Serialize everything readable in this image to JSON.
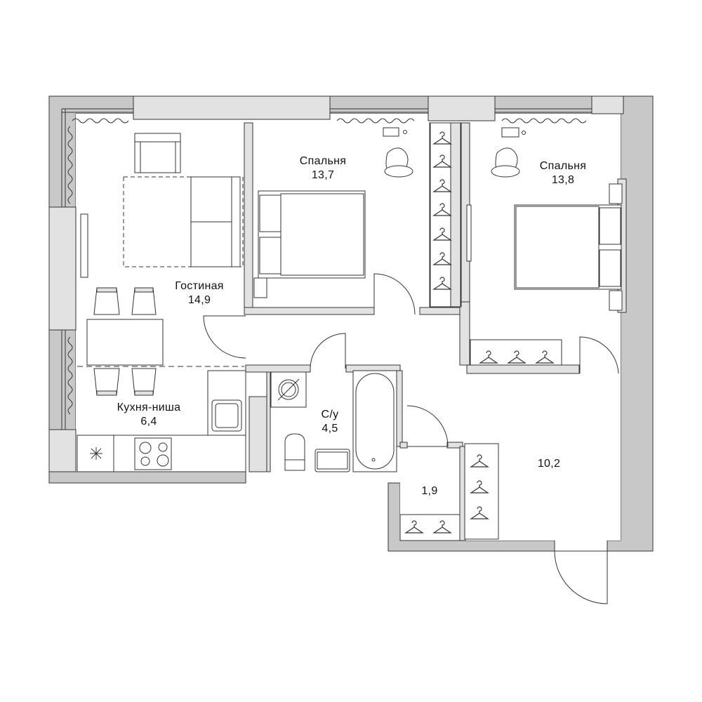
{
  "plan": {
    "colors": {
      "wall_outer": "#c8c8c8",
      "wall_inner": "#e2e2e2",
      "line": "#333333",
      "background": "#ffffff"
    },
    "rooms": [
      {
        "id": "living",
        "name": "Гостиная",
        "area": "14,9"
      },
      {
        "id": "bedroom1",
        "name": "Спальня",
        "area": "13,7"
      },
      {
        "id": "bedroom2",
        "name": "Спальня",
        "area": "13,8"
      },
      {
        "id": "kitchen",
        "name": "Кухня-ниша",
        "area": "6,4"
      },
      {
        "id": "bathroom",
        "name": "С/у",
        "area": "4,5"
      },
      {
        "id": "storage",
        "name": "",
        "area": "1,9"
      },
      {
        "id": "hallway",
        "name": "",
        "area": "10,2"
      }
    ],
    "icons": [
      "hanger-icon",
      "armchair-icon",
      "sofa-icon",
      "bed-icon",
      "chair-icon",
      "table-icon",
      "stove-icon",
      "sink-icon",
      "toilet-icon",
      "bathtub-icon",
      "boiler-icon",
      "desk-chair-icon",
      "curtain-icon",
      "door-swing-icon",
      "ventilation-icon"
    ]
  }
}
